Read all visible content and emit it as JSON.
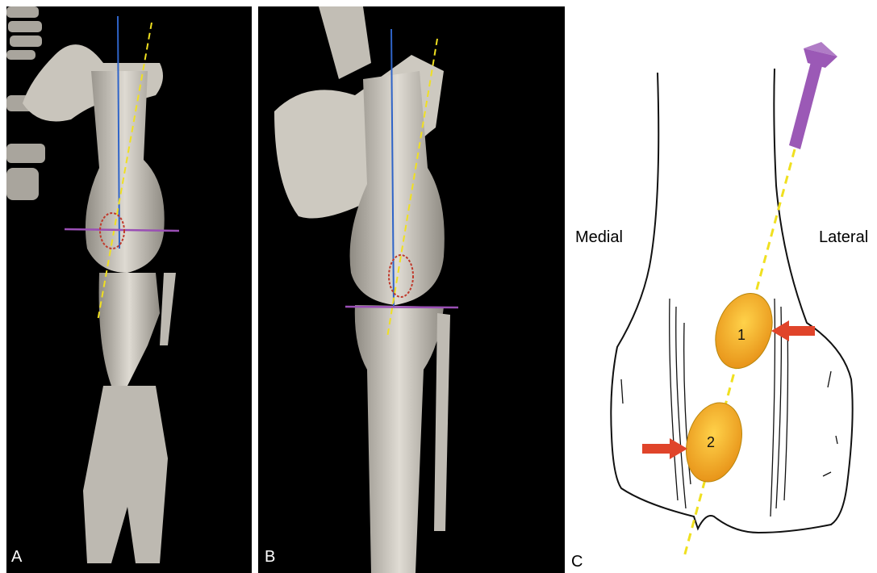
{
  "panels": {
    "a": {
      "letter": "A"
    },
    "b": {
      "letter": "B"
    },
    "c": {
      "letter": "C",
      "medial_label": "Medial",
      "lateral_label": "Lateral"
    }
  },
  "condyles": [
    {
      "number": "1"
    },
    {
      "number": "2"
    }
  ],
  "colors": {
    "background_panels": "#000000",
    "bone": "#cfcbc2",
    "vertical_axis_line": "#2f64c8",
    "dashed_axis_line": "#f0e020",
    "horizontal_line": "#9a4fb5",
    "lesion_outline": "#c0392b",
    "condyle_fill": "#f2a21c",
    "arrow_red": "#e0442a",
    "arrow_purple": "#9b59b6"
  }
}
